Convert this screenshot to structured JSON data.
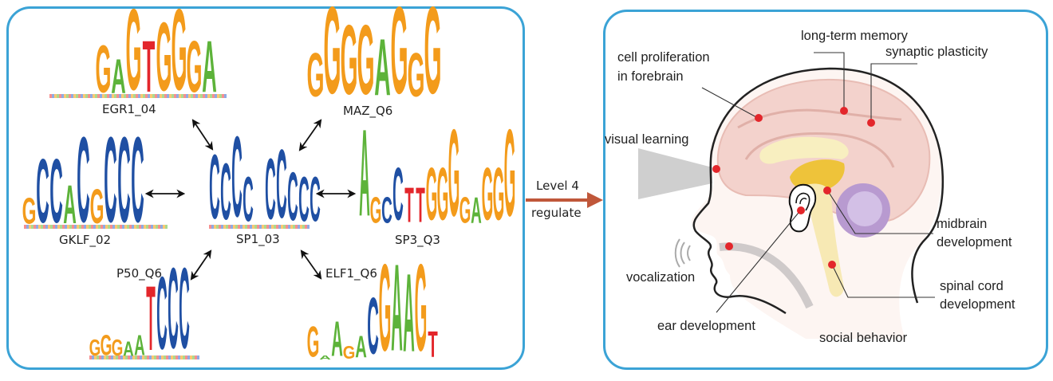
{
  "figure": {
    "left_panel": {
      "center_motif": {
        "name": "SP1_03",
        "consensus": "CCCC_CCCCC"
      },
      "motifs": [
        {
          "id": "egr1",
          "name": "EGR1_04",
          "consensus": "GAGTGGGA"
        },
        {
          "id": "maz",
          "name": "MAZ_Q6",
          "consensus": "GGGGAGGG"
        },
        {
          "id": "gklf",
          "name": "GKLF_02",
          "consensus": "GCCACGCCC"
        },
        {
          "id": "sp3",
          "name": "SP3_Q3",
          "consensus": "AGCCTTGGGGAGGG"
        },
        {
          "id": "p50",
          "name": "P50_Q6",
          "consensus": "GGGAATCCC"
        },
        {
          "id": "elf1",
          "name": "ELF1_Q6",
          "consensus": "GAAGACGAAGT"
        }
      ],
      "nucleotide_colors": {
        "A": "#5db33a",
        "C": "#1f4fa3",
        "G": "#f39b1b",
        "T": "#e3262b"
      }
    },
    "connector": {
      "line1": "Level 4",
      "line2": "regulate",
      "color": "#c0573a"
    },
    "right_panel": {
      "labels": {
        "long_term_memory": "long-term memory",
        "synaptic_plasticity": "synaptic plasticity",
        "cell_proliferation_1": "cell proliferation",
        "cell_proliferation_2": "in forebrain",
        "visual_learning": "visual learning",
        "midbrain_1": "midbrain",
        "midbrain_2": "development",
        "vocalization": "vocalization",
        "spinal_1": "spinal cord",
        "spinal_2": "development",
        "ear_development": "ear development",
        "social_behavior": "social behavior"
      }
    },
    "colors": {
      "panel_border": "#3ba3d6",
      "marker": "#e3262b",
      "brain": "#f3d2cc",
      "cerebellum": "#b89ad0",
      "brainstem": "#f7e9b4",
      "thalamus": "#eec33a"
    }
  }
}
